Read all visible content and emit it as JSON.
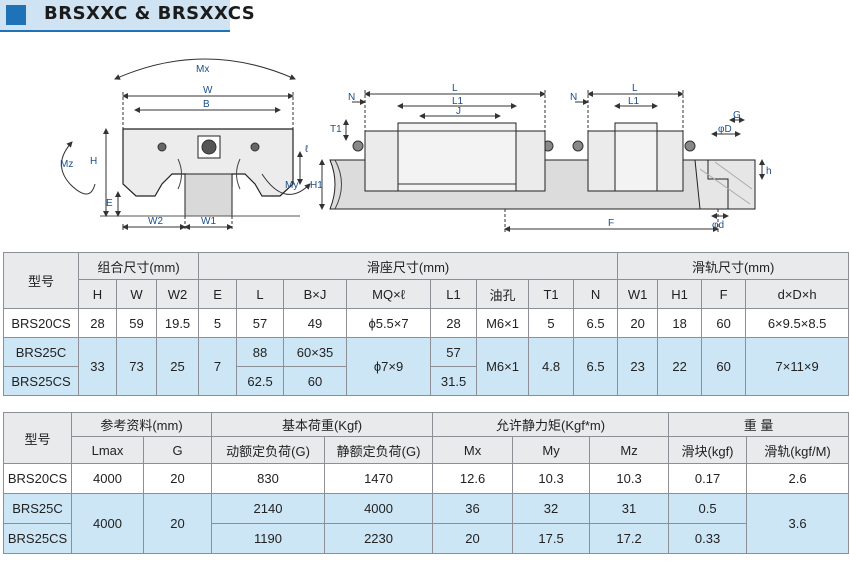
{
  "header": {
    "title": "BRSXXC & BRSXXCS",
    "accent": "#1e73b8",
    "band": "#cfe3f3"
  },
  "drawing": {
    "labels": {
      "Mx": "Mx",
      "W": "W",
      "B": "B",
      "Mz": "Mz",
      "H": "H",
      "l": "ℓ",
      "My": "My",
      "E": "E",
      "W2": "W2",
      "W1": "W1",
      "N": "N",
      "L": "L",
      "L1": "L1",
      "J": "J",
      "T1": "T1",
      "H1": "H1",
      "F": "F",
      "N2": "N",
      "L_b": "L",
      "L1_b": "L1",
      "G": "G",
      "phiD": "φD",
      "h": "h",
      "phid": "φd"
    }
  },
  "table1": {
    "header": {
      "model": "型号",
      "group_combo": "组合尺寸(mm)",
      "group_block": "滑座尺寸(mm)",
      "group_rail": "滑轨尺寸(mm)",
      "cols": [
        "H",
        "W",
        "W2",
        "E",
        "L",
        "B×J",
        "MQ×ℓ",
        "L1",
        "油孔",
        "T1",
        "N",
        "W1",
        "H1",
        "F",
        "d×D×h"
      ]
    },
    "rows": [
      {
        "model": "BRS20CS",
        "H": "28",
        "W": "59",
        "W2": "19.5",
        "E": "5",
        "L": "57",
        "BJ": "49",
        "MQ": "ϕ5.5×7",
        "L1": "28",
        "oil": "M6×1",
        "T1": "5",
        "N": "6.5",
        "W1": "20",
        "H1": "18",
        "F": "60",
        "dDh": "6×9.5×8.5"
      },
      {
        "model": "BRS25C",
        "L": "88",
        "BJ": "60×35",
        "L1": "57"
      },
      {
        "model": "BRS25CS",
        "L": "62.5",
        "BJ": "60",
        "L1": "31.5"
      }
    ],
    "shared_bottom": {
      "H": "33",
      "W": "73",
      "W2": "25",
      "E": "7",
      "MQ": "ϕ7×9",
      "oil": "M6×1",
      "T1": "4.8",
      "N": "6.5",
      "W1": "23",
      "H1": "22",
      "F": "60",
      "dDh": "7×11×9"
    }
  },
  "table2": {
    "header": {
      "model": "型号",
      "group_ref": "参考资料(mm)",
      "group_load": "基本荷重(Kgf)",
      "group_moment": "允许静力矩(Kgf*m)",
      "group_weight": "重 量",
      "cols": [
        "Lmax",
        "G",
        "动额定负荷(G)",
        "静额定负荷(G)",
        "Mx",
        "My",
        "Mz",
        "滑块(kgf)",
        "滑轨(kgf/M)"
      ]
    },
    "rows": [
      {
        "model": "BRS20CS",
        "Lmax": "4000",
        "G": "20",
        "dyn": "830",
        "stat": "1470",
        "Mx": "12.6",
        "My": "10.3",
        "Mz": "10.3",
        "block": "0.17",
        "rail": "2.6"
      },
      {
        "model": "BRS25C",
        "dyn": "2140",
        "stat": "4000",
        "Mx": "36",
        "My": "32",
        "Mz": "31",
        "block": "0.5"
      },
      {
        "model": "BRS25CS",
        "dyn": "1190",
        "stat": "2230",
        "Mx": "20",
        "My": "17.5",
        "Mz": "17.2",
        "block": "0.33"
      }
    ],
    "shared_bottom": {
      "Lmax": "4000",
      "G": "20",
      "rail": "3.6"
    }
  }
}
